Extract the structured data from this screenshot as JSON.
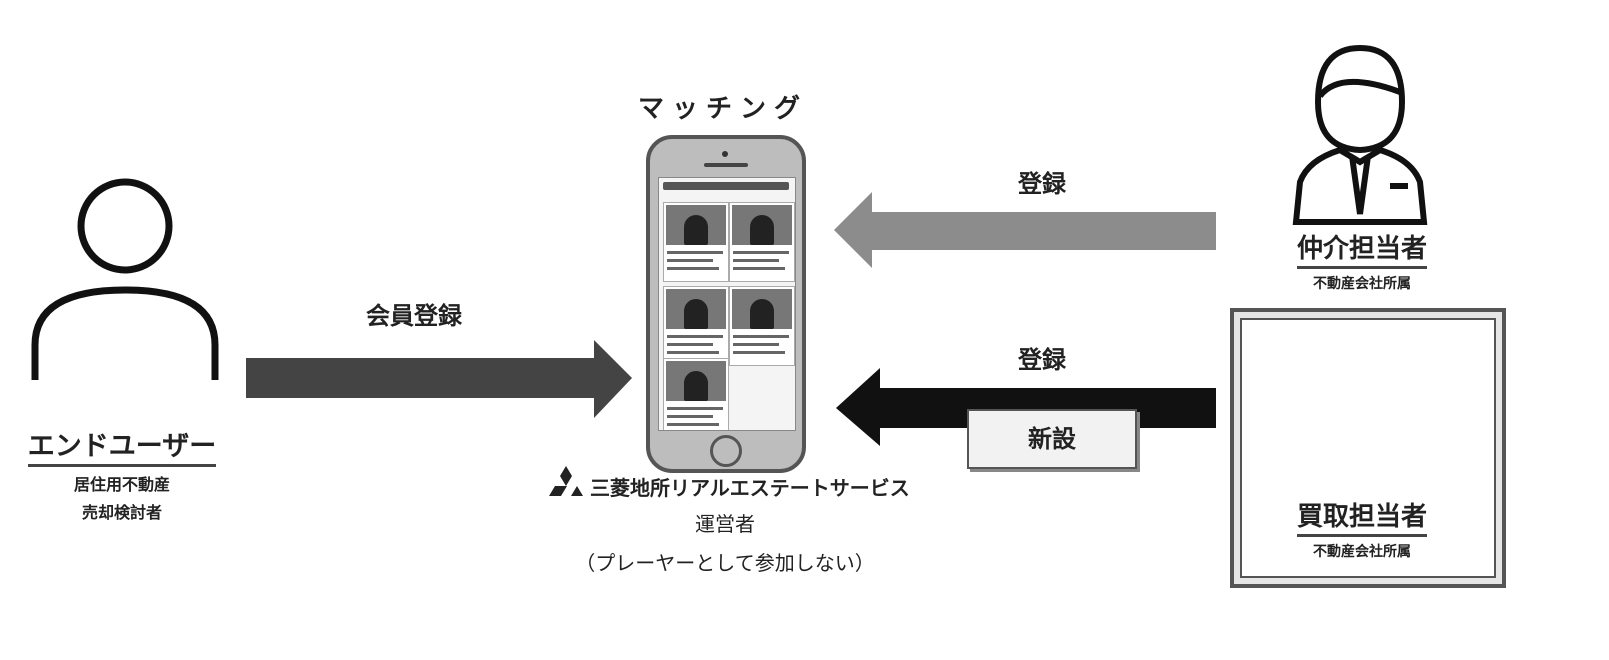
{
  "title": "マッチング",
  "end_user": {
    "name": "エンドユーザー",
    "desc_line1": "居住用不動産",
    "desc_line2": "売却検討者"
  },
  "arrows": {
    "member_registration": "会員登録",
    "broker_registration": "登録",
    "buyer_registration": "登録",
    "new_tag": "新設"
  },
  "operator": {
    "company": "三菱地所リアルエステートサービス",
    "role": "運営者",
    "note": "（プレーヤーとして参加しない）"
  },
  "broker": {
    "name": "仲介担当者",
    "affiliation": "不動産会社所属"
  },
  "buyer": {
    "name": "買取担当者",
    "affiliation": "不動産会社所属"
  }
}
